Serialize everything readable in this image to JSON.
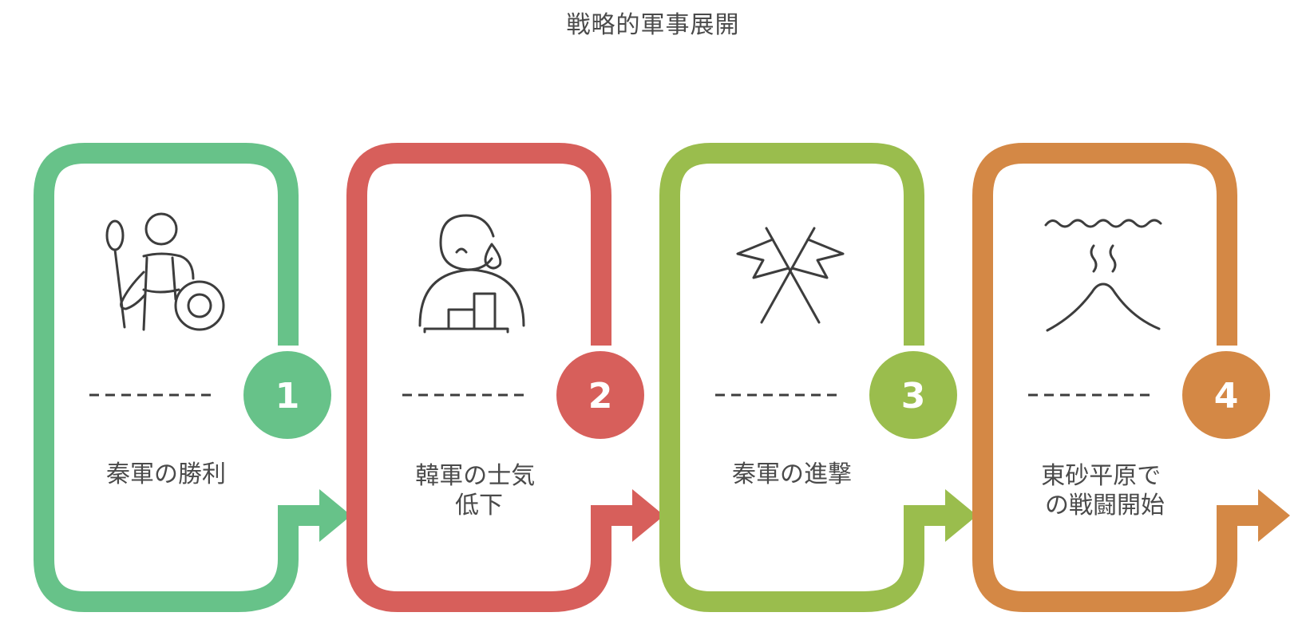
{
  "title": "戦略的軍事展開",
  "steps": [
    {
      "number": "1",
      "label_lines": [
        "秦軍の勝利"
      ],
      "color": "#67c289",
      "icon": "soldier-spear-shield-icon"
    },
    {
      "number": "2",
      "label_lines": [
        "韓軍の士気",
        "低下"
      ],
      "color": "#d75f5b",
      "icon": "sad-person-declining-chart-icon"
    },
    {
      "number": "3",
      "label_lines": [
        "秦軍の進撃"
      ],
      "color": "#9abd4d",
      "icon": "crossed-flags-icon"
    },
    {
      "number": "4",
      "label_lines": [
        "東砂平原で",
        "の戦闘開始"
      ],
      "color": "#d48845",
      "icon": "volcano-plain-icon"
    }
  ]
}
